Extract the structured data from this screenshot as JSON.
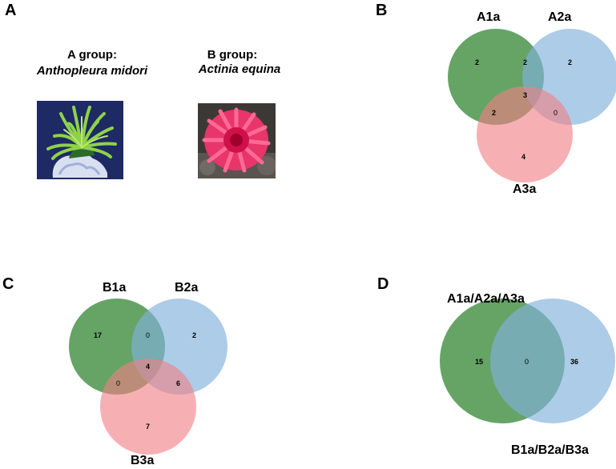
{
  "panels": {
    "a": {
      "letter": "A",
      "groups": [
        {
          "label": "A group:",
          "species": "Anthopleura midori",
          "photo_icon": "green-sea-anemone-photo"
        },
        {
          "label": "B group:",
          "species": "Actinia equina",
          "photo_icon": "red-sea-anemone-photo"
        }
      ]
    },
    "b": {
      "letter": "B"
    },
    "c": {
      "letter": "C"
    },
    "d": {
      "letter": "D"
    }
  },
  "chart_data": [
    {
      "type": "venn",
      "panel": "B",
      "sets": [
        "A1a",
        "A2a",
        "A3a"
      ],
      "regions": {
        "A1a_only": 2,
        "A2a_only": 2,
        "A3a_only": 4,
        "A1a_A2a": 2,
        "A1a_A3a": 2,
        "A2a_A3a": 0,
        "A1a_A2a_A3a": 3
      },
      "colors": {
        "A1a": "#3a8a3a",
        "A2a": "#7fb0dc",
        "A3a": "#f07f86"
      }
    },
    {
      "type": "venn",
      "panel": "C",
      "sets": [
        "B1a",
        "B2a",
        "B3a"
      ],
      "regions": {
        "B1a_only": 17,
        "B2a_only": 2,
        "B3a_only": 7,
        "B1a_B2a": 0,
        "B1a_B3a": 0,
        "B2a_B3a": 6,
        "B1a_B2a_B3a": 4
      },
      "colors": {
        "B1a": "#3a8a3a",
        "B2a": "#7fb0dc",
        "B3a": "#f07f86"
      }
    },
    {
      "type": "venn",
      "panel": "D",
      "sets": [
        "A1a/A2a/A3a",
        "B1a/B2a/B3a"
      ],
      "regions": {
        "A_only": 15,
        "overlap": 0,
        "B_only": 36
      },
      "colors": {
        "A1a/A2a/A3a": "#3a8a3a",
        "B1a/B2a/B3a": "#7fb0dc"
      }
    }
  ]
}
